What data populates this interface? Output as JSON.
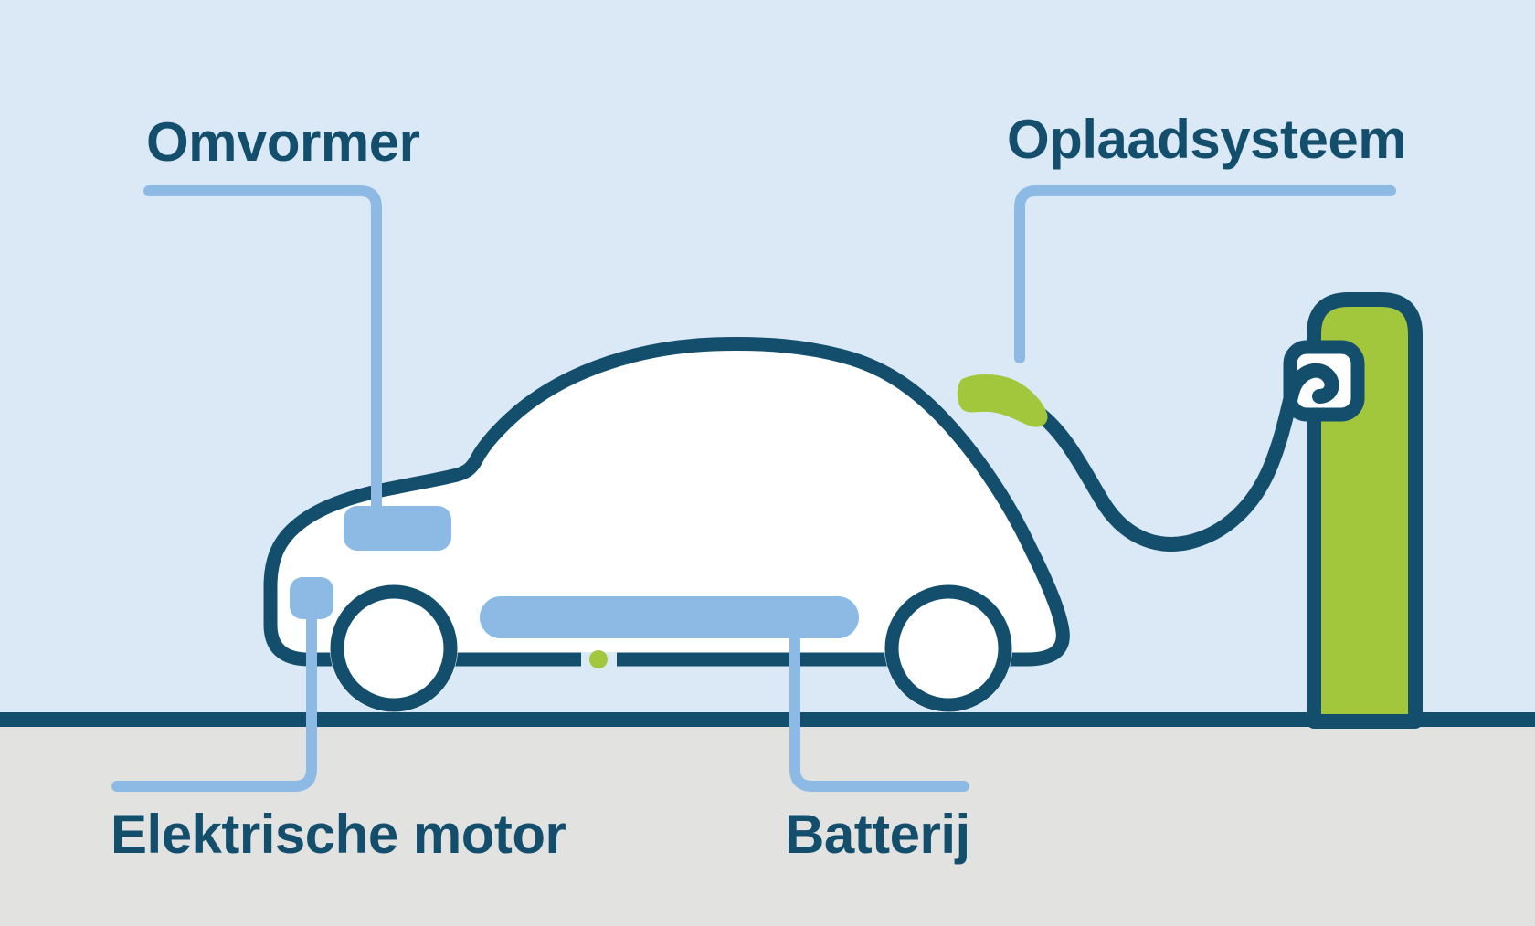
{
  "labels": {
    "inverter": "Omvormer",
    "charging_system": "Oplaadsysteem",
    "electric_motor": "Elektrische motor",
    "battery": "Batterij"
  },
  "colors": {
    "sky": "#dbe9f6",
    "ground": "#e2e2e1",
    "navy": "#134f6d",
    "blue": "#8cbae4",
    "green": "#a2c63c",
    "white": "#ffffff"
  }
}
